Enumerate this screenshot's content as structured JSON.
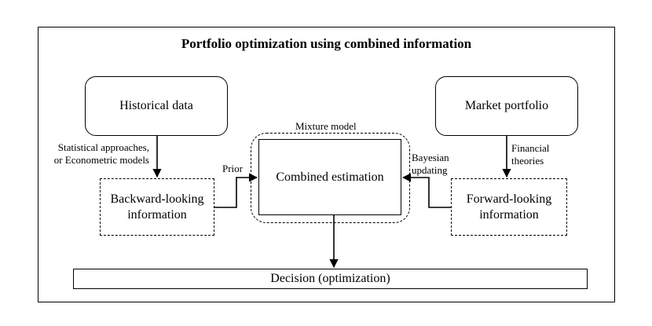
{
  "diagram": {
    "title": "Portfolio optimization using combined information",
    "nodes": {
      "historical_data": "Historical data",
      "market_portfolio": "Market portfolio",
      "backward_line1": "Backward-looking",
      "backward_line2": "information",
      "forward_line1": "Forward-looking",
      "forward_line2": "information",
      "combined_estimation": "Combined estimation",
      "mixture_model": "Mixture model",
      "decision": "Decision (optimization)"
    },
    "edge_labels": {
      "statistical_line1": "Statistical approaches,",
      "statistical_line2": "or Econometric models",
      "financial_line1": "Financial",
      "financial_line2": "theories",
      "prior": "Prior",
      "bayesian_line1": "Bayesian",
      "bayesian_line2": "updating"
    }
  }
}
